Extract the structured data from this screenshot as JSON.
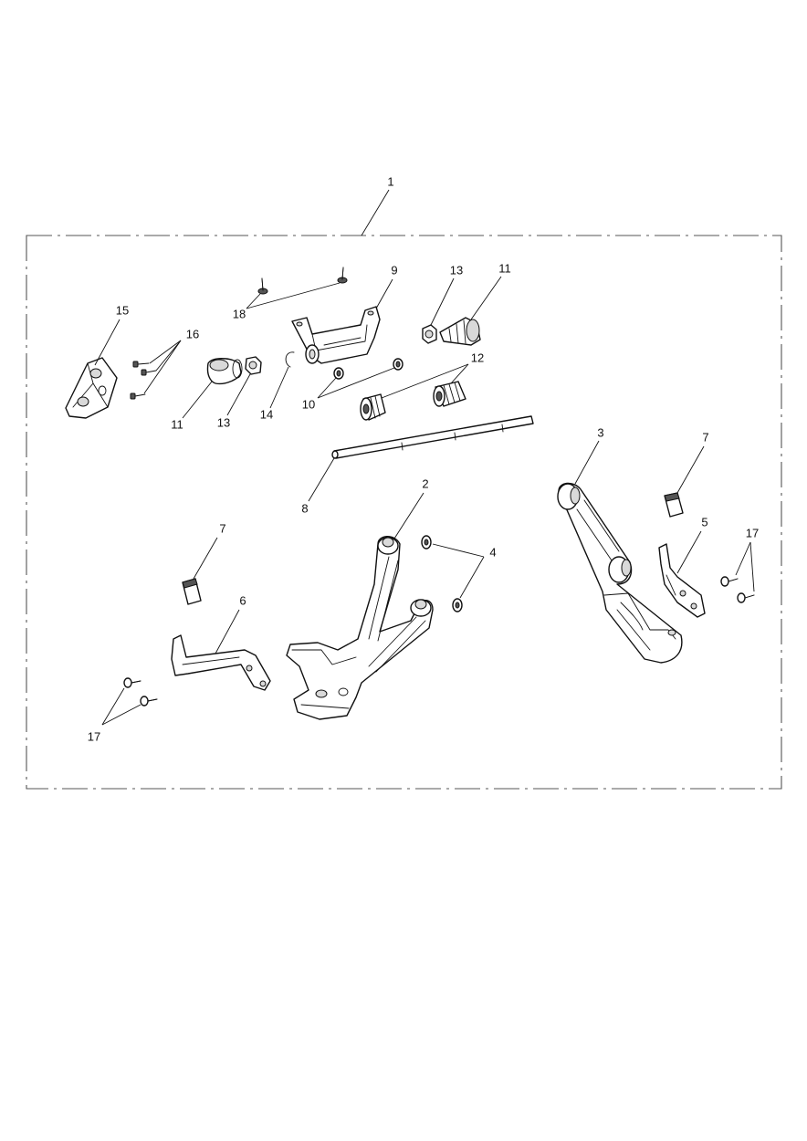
{
  "callouts": {
    "c1": "1",
    "c2": "2",
    "c3": "3",
    "c4": "4",
    "c5": "5",
    "c6": "6",
    "c7a": "7",
    "c7b": "7",
    "c8": "8",
    "c9": "9",
    "c10": "10",
    "c11a": "11",
    "c11b": "11",
    "c12": "12",
    "c13a": "13",
    "c13b": "13",
    "c14": "14",
    "c15": "15",
    "c16": "16",
    "c17a": "17",
    "c17b": "17",
    "c18": "18"
  }
}
